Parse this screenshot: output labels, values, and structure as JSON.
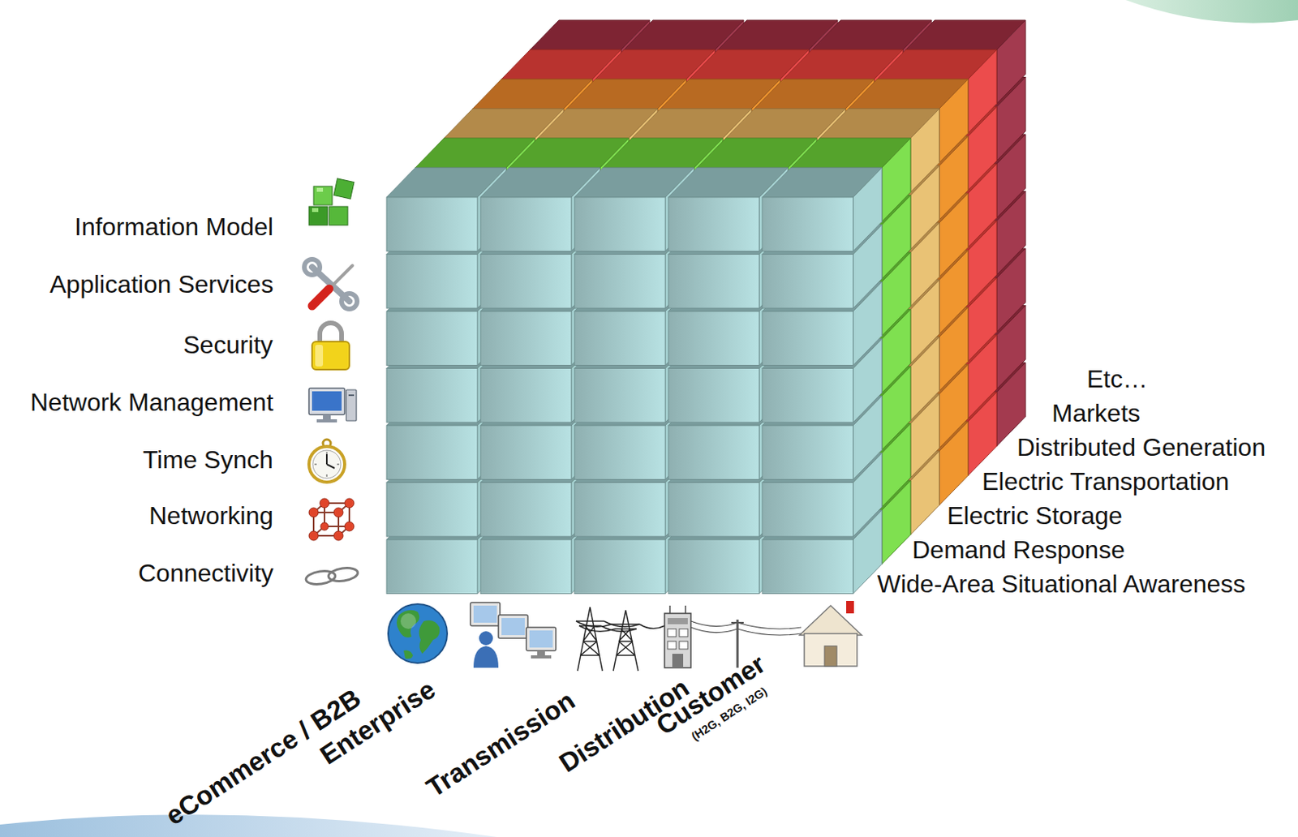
{
  "diagram": {
    "labels": [
      "Information Model",
      "Application Services",
      "Security",
      "Network Management",
      "Time Synch",
      "Networking",
      "Connectivity",
      "Etc…",
      "Markets",
      "Distributed Generation",
      "Electric Transportation",
      "Electric Storage",
      "Demand Response",
      "Wide-Area Situational Awareness",
      "eCommerce / B2B",
      "Enterprise",
      "Transmission",
      "Distribution",
      "Customer",
      "(H2G, B2G, I2G)"
    ]
  }
}
